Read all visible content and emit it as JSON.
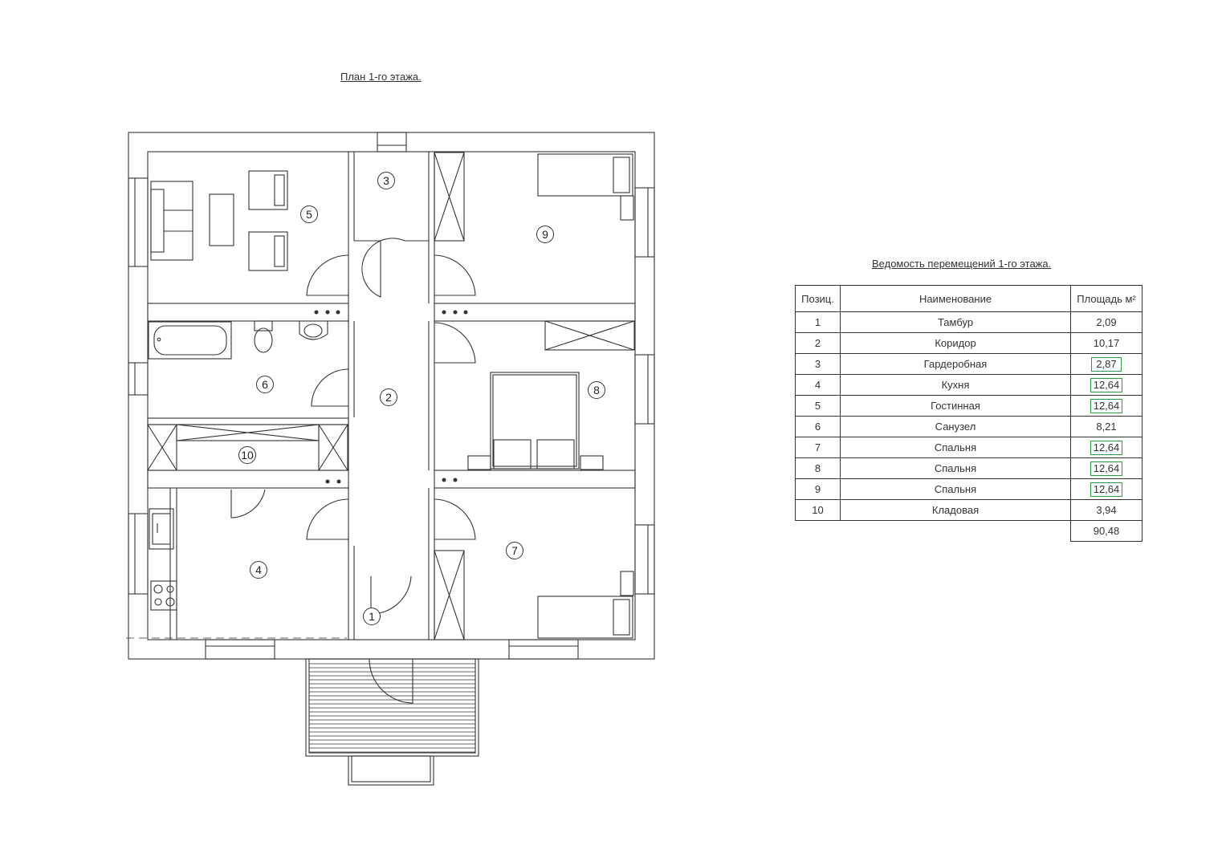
{
  "plan": {
    "title": "План 1-го этажа.",
    "room_labels": [
      "1",
      "2",
      "3",
      "4",
      "5",
      "6",
      "7",
      "8",
      "9",
      "10"
    ]
  },
  "table": {
    "title": "Ведомость перемещений 1-го этажа.",
    "headers": {
      "pos": "Позиц.",
      "name": "Наименование",
      "area": "Площадь м²"
    },
    "rows": [
      {
        "pos": "1",
        "name": "Тамбур",
        "area": "2,09",
        "highlight": false
      },
      {
        "pos": "2",
        "name": "Коридор",
        "area": "10,17",
        "highlight": false
      },
      {
        "pos": "3",
        "name": "Гардеробная",
        "area": "2,87",
        "highlight": true
      },
      {
        "pos": "4",
        "name": "Кухня",
        "area": "12,64",
        "highlight": true
      },
      {
        "pos": "5",
        "name": "Гостинная",
        "area": "12,64",
        "highlight": true
      },
      {
        "pos": "6",
        "name": "Санузел",
        "area": "8,21",
        "highlight": false
      },
      {
        "pos": "7",
        "name": "Спальня",
        "area": "12,64",
        "highlight": true
      },
      {
        "pos": "8",
        "name": "Спальня",
        "area": "12,64",
        "highlight": true
      },
      {
        "pos": "9",
        "name": "Спальня",
        "area": "12,64",
        "highlight": true
      },
      {
        "pos": "10",
        "name": "Кладовая",
        "area": "3,94",
        "highlight": false
      }
    ],
    "total": "90,48"
  },
  "colors": {
    "line": "#333333",
    "highlight": "#2e9b47"
  }
}
